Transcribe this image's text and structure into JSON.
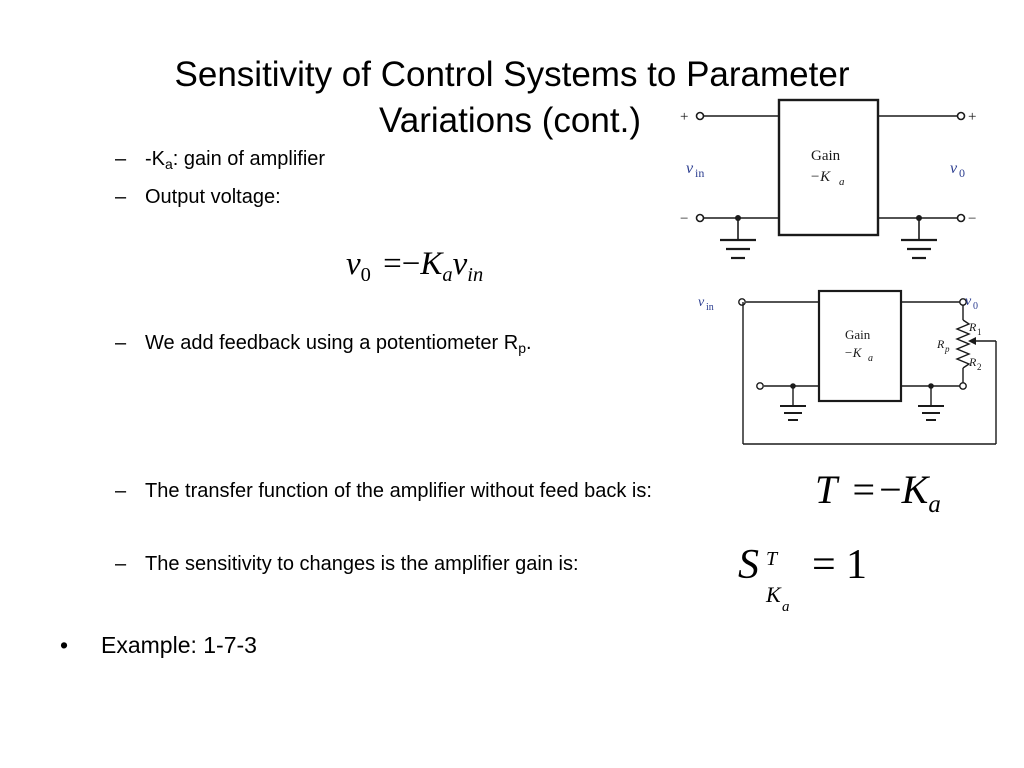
{
  "slide": {
    "title_line1": "Sensitivity of Control Systems to Parameter",
    "title_line2": "Variations (cont.)",
    "bullets": [
      {
        "dash": "–",
        "text_pre": "-K",
        "sub": "a",
        "text_post": ": gain of amplifier"
      },
      {
        "dash": "–",
        "text": "Output voltage:"
      },
      {
        "dash": "–",
        "text_pre": "We add feedback using a potentiometer R",
        "sub": "p",
        "text_post": "."
      },
      {
        "dash": "–",
        "text": "The transfer function of the amplifier without feed back is:"
      },
      {
        "dash": "–",
        "text": "The sensitivity to changes is the amplifier gain is:"
      }
    ],
    "main_bullet": {
      "marker": "•",
      "text": "Example: 1-7-3"
    }
  },
  "equations": {
    "output_voltage": {
      "lhs": "v",
      "lhs_sub": "0",
      "op": "=",
      "neg": "−",
      "k": "K",
      "k_sub": "a",
      "v": "v",
      "v_sub": "in"
    },
    "transfer_function": {
      "lhs": "T",
      "op": "=",
      "neg": "−",
      "k": "K",
      "k_sub": "a"
    },
    "sensitivity": {
      "s": "S",
      "sup": "T",
      "sub_k": "K",
      "sub_k_sub": "a",
      "op": "=",
      "rhs": "1"
    }
  },
  "diagram_open_loop": {
    "plus_left": "+",
    "plus_right": "+",
    "minus_left": "−",
    "minus_right": "−",
    "vin": "v",
    "vin_sub": "in",
    "vout": "v",
    "vout_sub": "0",
    "gain_label": "Gain",
    "gain_value": "−K",
    "gain_value_sub": "a"
  },
  "diagram_feedback": {
    "vin": "v",
    "vin_sub": "in",
    "vout": "v",
    "vout_sub": "0",
    "gain_label": "Gain",
    "gain_value": "−K",
    "gain_value_sub": "a",
    "r1": "R",
    "r1_sub": "1",
    "r2": "R",
    "r2_sub": "2",
    "rp": "R",
    "rp_sub": "p"
  },
  "colors": {
    "text": "#000000",
    "circuit_label_blue": "#2a3c8f",
    "wire": "#1a1a1a"
  }
}
